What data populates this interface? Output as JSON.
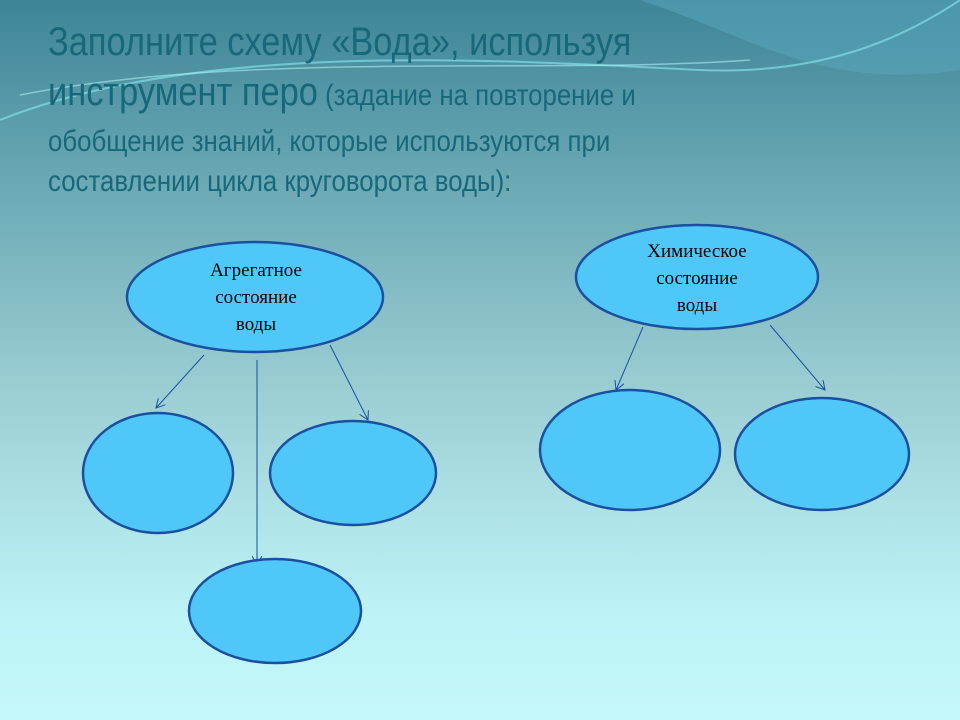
{
  "slide": {
    "title_line1": "Заполните схему «Вода», используя",
    "title_line2_main": "инструмент перо",
    "title_line2_rest": " (задание на повторение и",
    "title_line3": "обобщение знаний, которые используются при",
    "title_line4": "составлении цикла круговорота воды):"
  },
  "diagram": {
    "left_root": [
      "Агрегатное",
      "состояние",
      "воды"
    ],
    "right_root": [
      "Химическое",
      "состояние",
      "воды"
    ],
    "fill_color": "#4fc8f9",
    "stroke_color": "#1b4fa0"
  }
}
